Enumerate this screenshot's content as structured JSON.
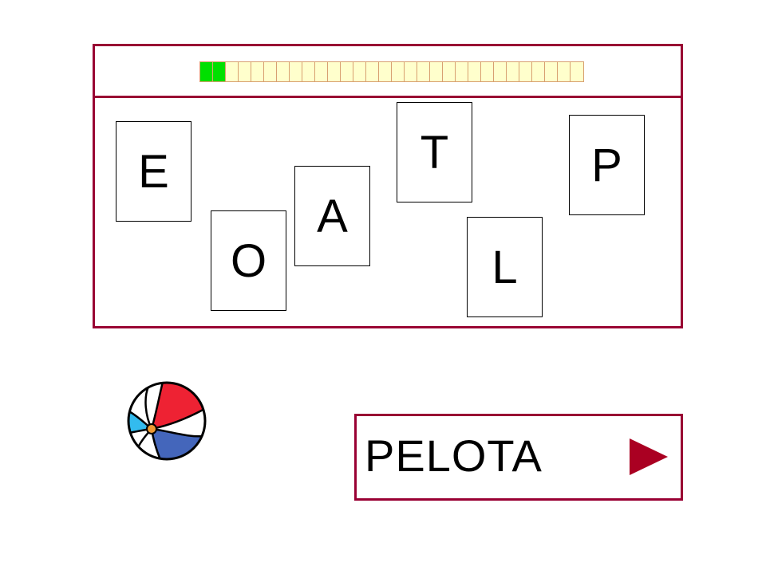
{
  "progress": {
    "completed": 2,
    "total": 30,
    "fill_color": "#00e000",
    "empty_color": "#ffffcc"
  },
  "tiles": [
    {
      "id": "e",
      "letter": "E"
    },
    {
      "id": "o",
      "letter": "O"
    },
    {
      "id": "a",
      "letter": "A"
    },
    {
      "id": "t",
      "letter": "T"
    },
    {
      "id": "l",
      "letter": "L"
    },
    {
      "id": "p",
      "letter": "P"
    }
  ],
  "picture": {
    "icon": "beach-ball-icon",
    "colors": [
      "#ee2233",
      "#4466bb",
      "#33bbee",
      "#ffffff",
      "#ee9933"
    ]
  },
  "answer": {
    "word": "PELOTA",
    "next_icon": "play-arrow-icon"
  },
  "colors": {
    "frame": "#990033",
    "arrow": "#aa0022"
  }
}
